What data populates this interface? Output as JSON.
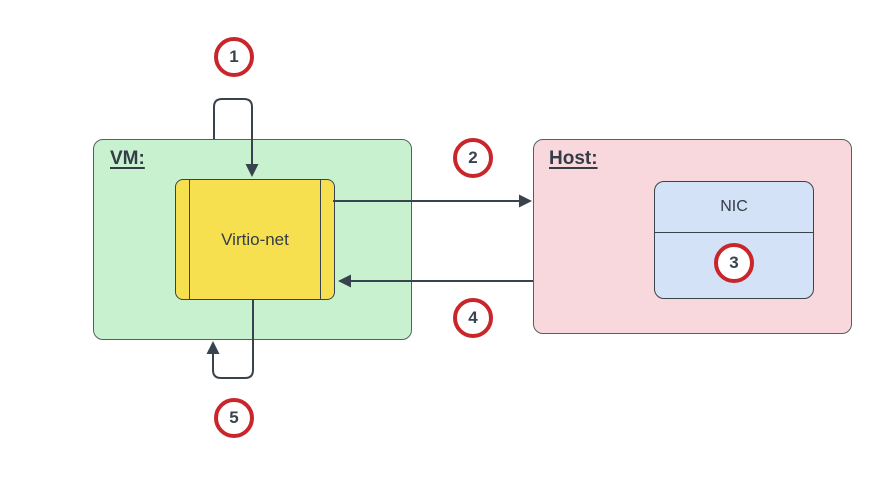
{
  "diagram": {
    "vm": {
      "title": "VM:",
      "device": "Virtio-net"
    },
    "host": {
      "title": "Host:",
      "nic": "NIC"
    },
    "steps": {
      "s1": "1",
      "s2": "2",
      "s3": "3",
      "s4": "4",
      "s5": "5"
    },
    "colors": {
      "vm_fill": "#c8f2cf",
      "host_fill": "#f8d8dc",
      "device_fill": "#f7e04f",
      "nic_fill": "#d3e2f6",
      "group_border": "#5a5f5e",
      "shape_border": "#39434d",
      "step_ring": "#c9262c",
      "arrow": "#39434d",
      "text": "#343c46",
      "background": "#ffffff"
    }
  }
}
